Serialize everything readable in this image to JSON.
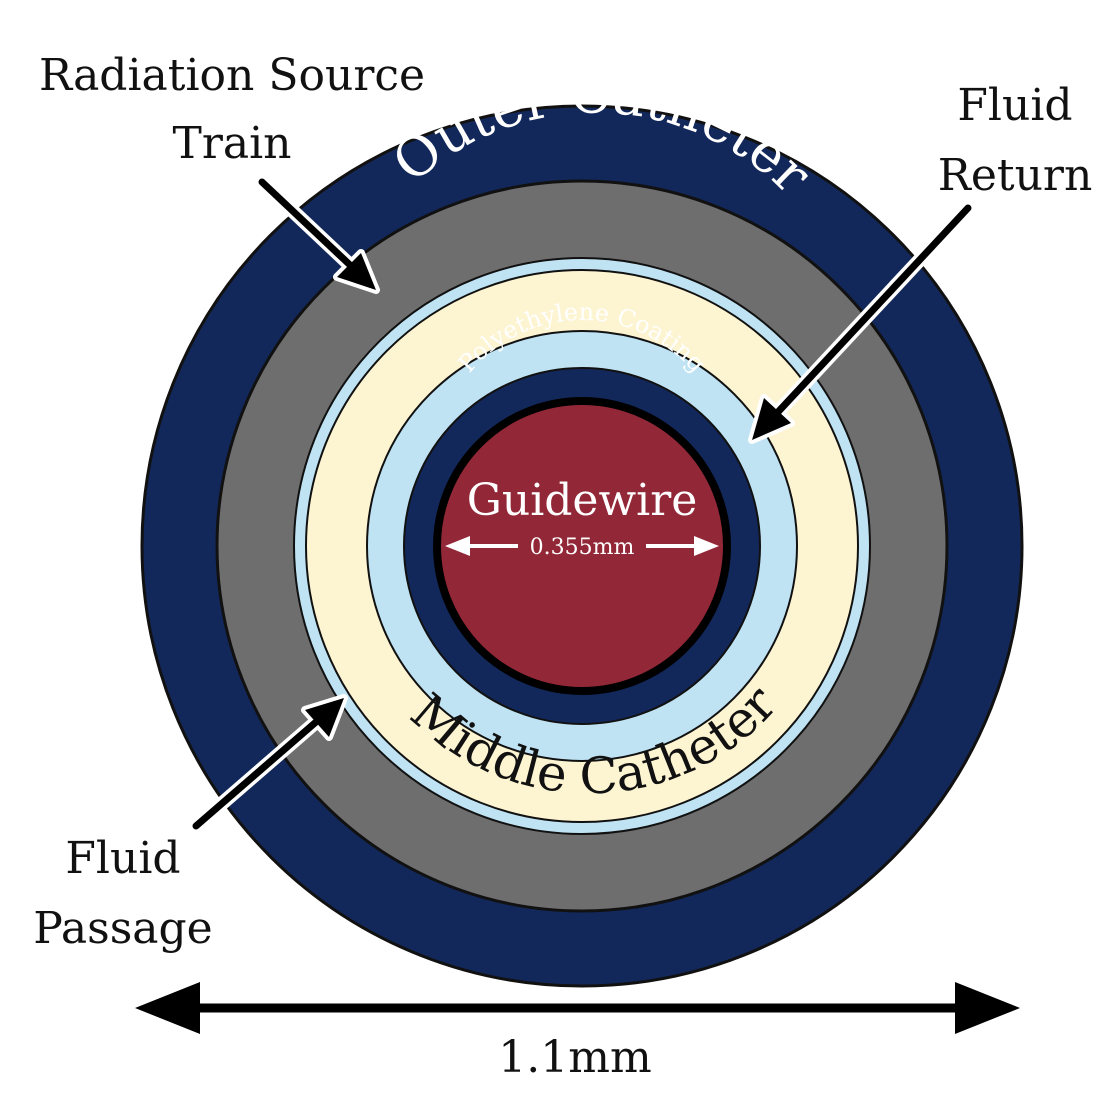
{
  "labels": {
    "radiation_source_line1": "Radiation Source",
    "radiation_source_line2": "Train",
    "fluid_return_line1": "Fluid",
    "fluid_return_line2": "Return",
    "fluid_passage_line1": "Fluid",
    "fluid_passage_line2": "Passage",
    "outer_catheter": "Outer Catheter",
    "middle_catheter": "Middle Catheter",
    "polyethylene_coating": "Polyethylene Coating",
    "guidewire": "Guidewire",
    "guidewire_diameter": "0.355mm",
    "overall_diameter": "1.1mm"
  },
  "colors": {
    "outer_catheter": "#13285a",
    "radiation_source_train": "#6e6e6e",
    "fluid_return": "#bfe3f3",
    "middle_catheter": "#fdf4d2",
    "polyethylene_coating": "#13285a",
    "guidewire": "#922737",
    "outline": "#111111"
  }
}
